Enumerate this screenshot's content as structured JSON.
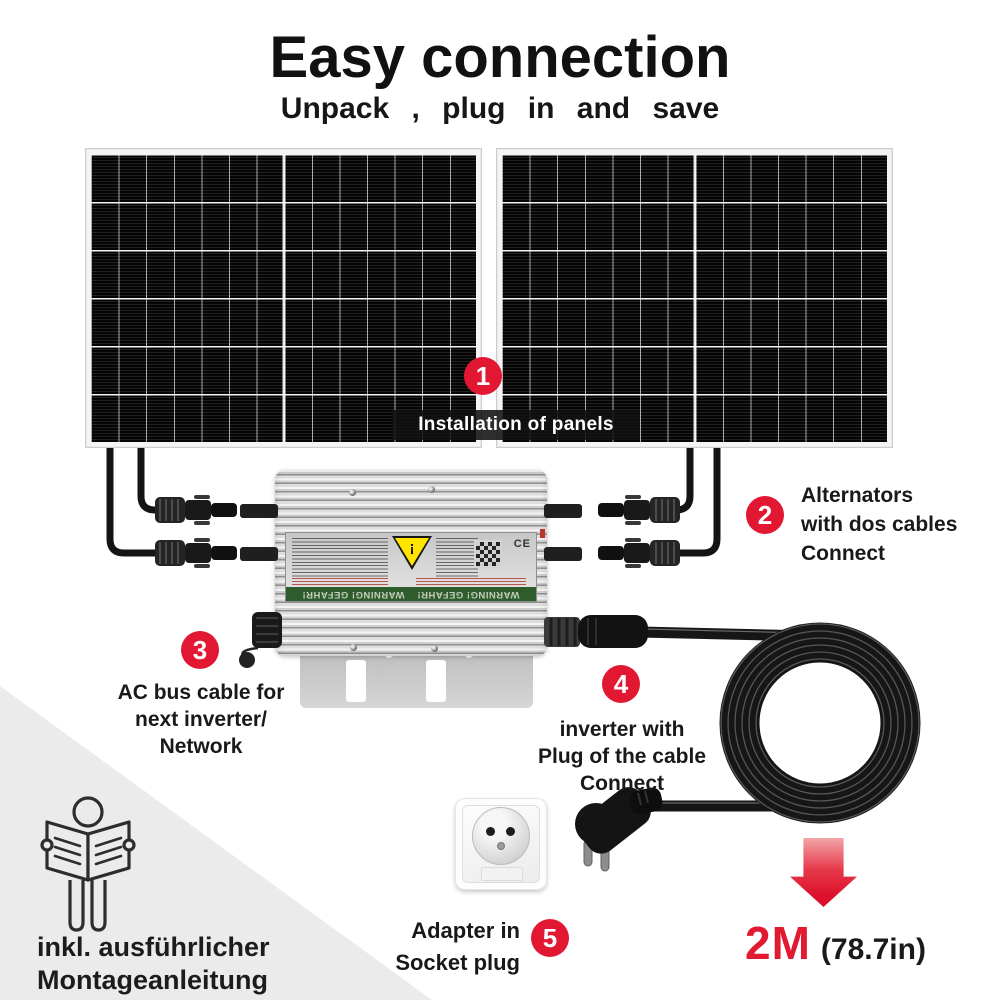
{
  "header": {
    "title": "Easy connection",
    "subtitle": "Unpack , plug in and save"
  },
  "step1": {
    "num": "1",
    "label": "Installation of panels"
  },
  "step2": {
    "num": "2",
    "line1": "Alternators",
    "line2": "with dos cables",
    "line3": "Connect"
  },
  "step3": {
    "num": "3",
    "line1": "AC bus cable for",
    "line2": "next inverter/",
    "line3": "Network"
  },
  "step4": {
    "num": "4",
    "line1": "inverter with",
    "line2": "Plug of the cable",
    "line3": "Connect"
  },
  "step5": {
    "num": "5",
    "line1": "Adapter in",
    "line2": "Socket plug"
  },
  "cable": {
    "length_metric": "2M",
    "length_imperial": "(78.7in)"
  },
  "note": {
    "line1": "inkl. ausführlicher",
    "line2": "Montageanleitung"
  },
  "inverter_label": {
    "warning_left": "WARNING! GEFAHR!",
    "warning_right": "WARNING! GEFAHR!",
    "ce_mark": "CE",
    "warning_symbol": "¡"
  },
  "colors": {
    "accent_red": "#e21833",
    "arrow_red": "#dd0f2b",
    "label_green": "#2f5c2c",
    "panel_cell": "#050505",
    "background_gray": "#ebebeb"
  }
}
